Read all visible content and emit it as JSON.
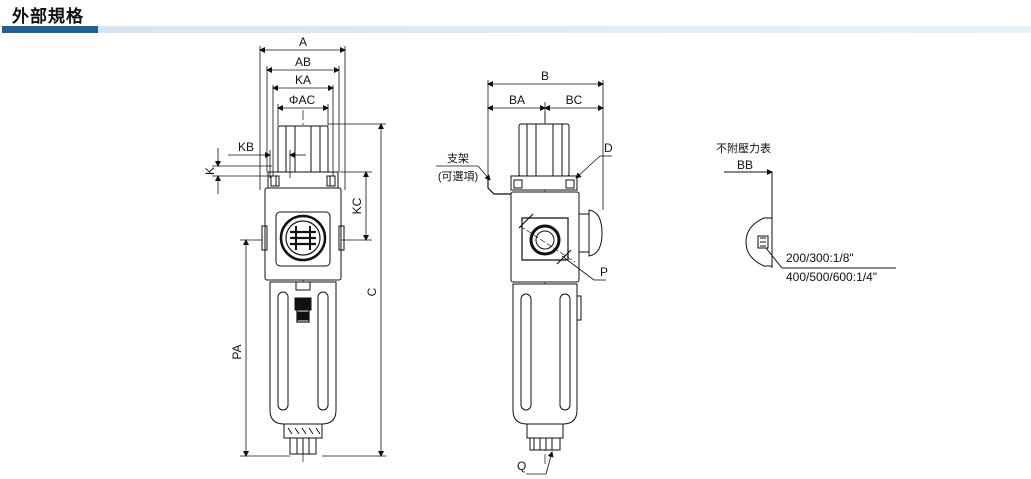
{
  "page_title": "外部規格",
  "view1": {
    "dims": {
      "A": "A",
      "AB": "AB",
      "KA": "KA",
      "AC": "ΦAC",
      "KB": "KB",
      "K": "K",
      "KC": "KC",
      "C": "C",
      "PA": "PA"
    }
  },
  "view2": {
    "dims": {
      "B": "B",
      "BA": "BA",
      "BC": "BC",
      "D": "D",
      "P": "P",
      "Q": "Q"
    },
    "bracket_label": "支架",
    "bracket_option": "(可選項)"
  },
  "view3": {
    "note": "不附壓力表",
    "dim": "BB",
    "spec_line1": "200/300:1/8\"",
    "spec_line2": "400/500/600:1/4\""
  }
}
